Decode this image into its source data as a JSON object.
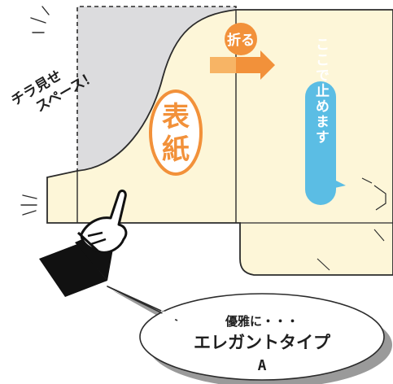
{
  "callouts": {
    "peek_space": "チラ見せ\nスペース！",
    "fold": "折る",
    "cover": "表紙",
    "stop_here": "ここで止めます",
    "speech_line1": "優雅に・・・",
    "speech_line2": "エレガントタイプ",
    "speech_line3": "A"
  },
  "colors": {
    "paper": "#fdf6d8",
    "peek_area": "#dcdcde",
    "cover_orange": "#f2913a",
    "tab_blue": "#5bbde4",
    "outline": "#2b2b2b"
  }
}
